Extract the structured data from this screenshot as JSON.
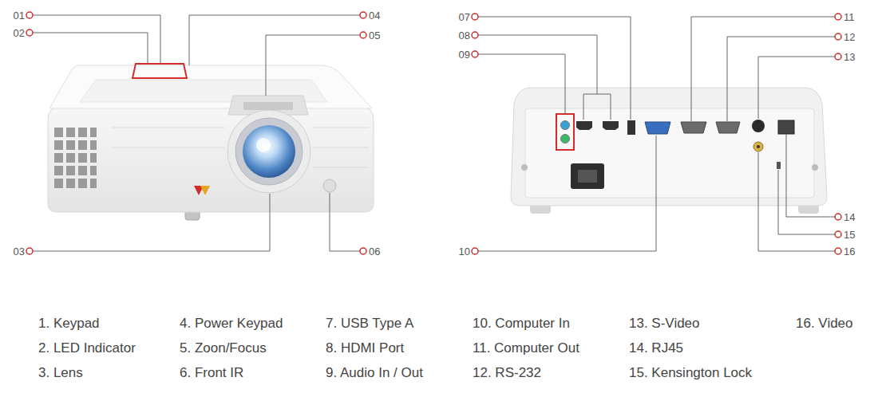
{
  "diagram": {
    "labels": [
      "01",
      "02",
      "03",
      "04",
      "05",
      "06",
      "07",
      "08",
      "09",
      "10",
      "11",
      "12",
      "13",
      "14",
      "15",
      "16",
      "1. Keypad",
      "2. LED Indicator",
      "3. Lens",
      "4. Power Keypad",
      "5. Zoon/Focus",
      "6. Front IR",
      "7. USB Type A",
      "8. HDMI Port",
      "9. Audio In / Out",
      "10. Computer In",
      "11. Computer Out",
      "12. RS-232",
      "13. S-Video",
      "14. RJ45",
      "15. Kensington Lock",
      "16. Video"
    ]
  }
}
